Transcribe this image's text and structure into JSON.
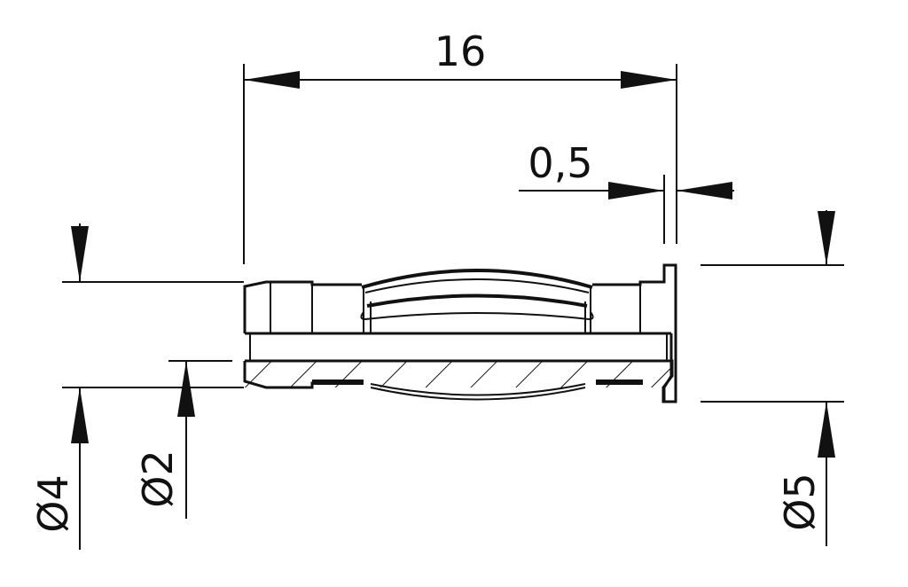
{
  "dimensions": {
    "length": "16",
    "flange_thickness": "0,5",
    "diameter_body": "Ø4",
    "diameter_bore": "Ø2",
    "diameter_flange": "Ø5"
  },
  "colors": {
    "line": "#111111",
    "background": "#ffffff"
  }
}
